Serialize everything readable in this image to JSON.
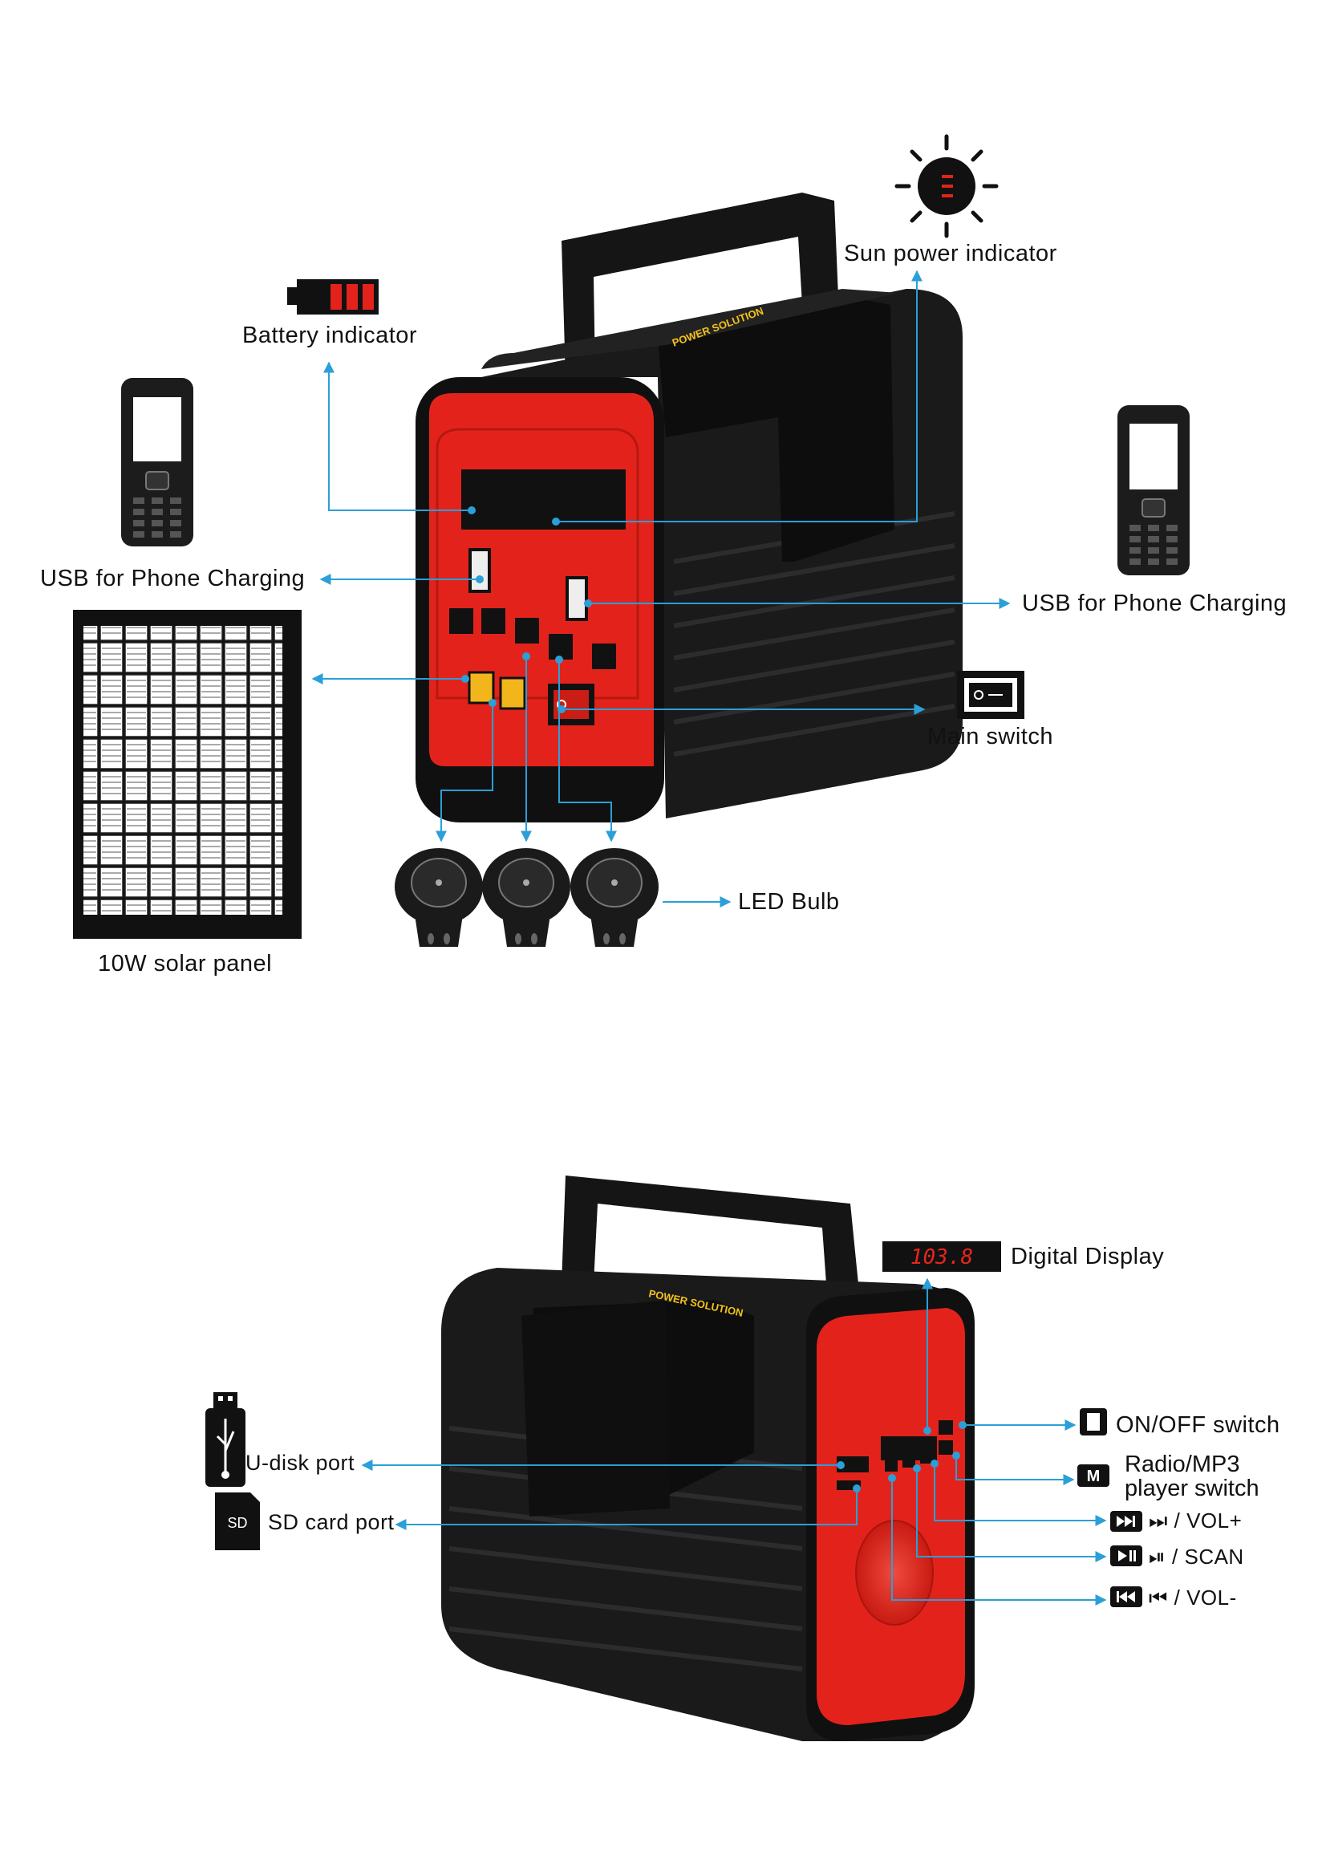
{
  "top": {
    "brand": "POWER SOLUTION",
    "labels": {
      "sun_indicator": "Sun power indicator",
      "battery_indicator": "Battery indicator",
      "usb_left": "USB for Phone Charging",
      "usb_right": "USB for Phone Charging",
      "main_switch": "Main switch",
      "led_bulb": "LED Bulb",
      "solar_panel": "10W solar panel"
    }
  },
  "bottom": {
    "brand": "POWER SOLUTION",
    "display_value": "103.8",
    "sd_icon_text": "SD",
    "mode_icon_text": "M",
    "labels": {
      "digital_display": "Digital Display",
      "on_off": "ON/OFF switch",
      "radio_mp3_line1": "Radio/MP3",
      "radio_mp3_line2": "player switch",
      "vol_plus": "⏭ / VOL+",
      "scan": "⏯ / SCAN",
      "vol_minus": "⏮ / VOL-",
      "u_disk": "U-disk port",
      "sd_card": "SD card port"
    }
  },
  "colors": {
    "device_black": "#111111",
    "device_red": "#e3231b",
    "leader_line": "#2a9fd8",
    "display_red": "#e8261c"
  }
}
